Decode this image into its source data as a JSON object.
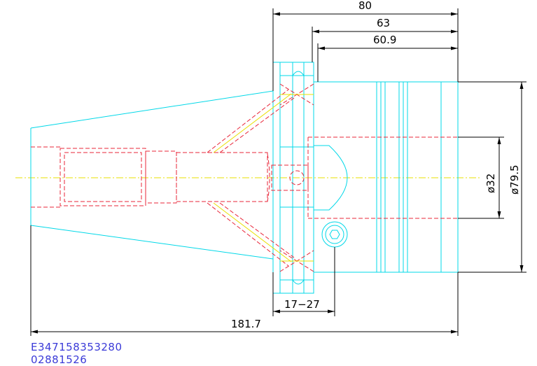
{
  "dimensions": {
    "length_80": "80",
    "length_63": "63",
    "length_60_9": "60.9",
    "diameter_32": "ø32",
    "diameter_79_5": "ø79.5",
    "range_17_27": "17−27",
    "total_length": "181.7"
  },
  "codes": {
    "line1": "E347158353280",
    "line2": "02881526"
  },
  "colors": {
    "outline": "#00d8e8",
    "hidden": "#e8273a",
    "centerline": "#e8e000",
    "dimension": "#000000",
    "code_text": "#3a3ad8"
  }
}
